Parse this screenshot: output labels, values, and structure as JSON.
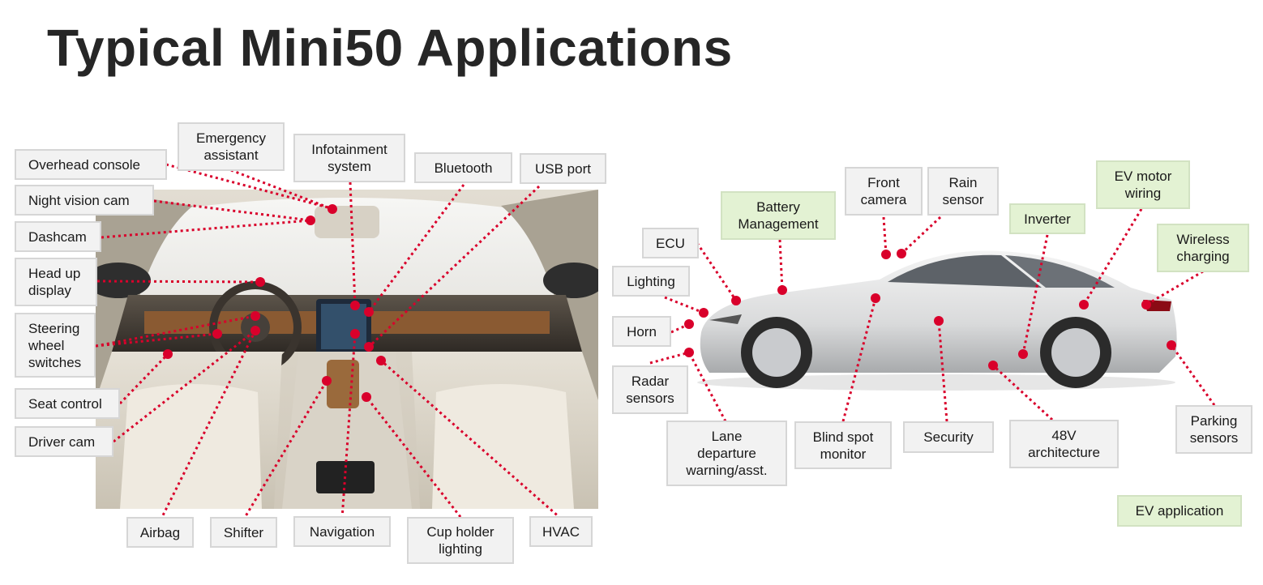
{
  "title": "Typical Mini50 Applications",
  "interior_labels": {
    "emergency_assistant": [
      "Emergency",
      "assistant"
    ],
    "overhead_console": [
      "Overhead console"
    ],
    "infotainment_system": [
      "Infotainment",
      "system"
    ],
    "bluetooth": [
      "Bluetooth"
    ],
    "usb_port": [
      "USB port"
    ],
    "night_vision_cam": [
      "Night vision cam"
    ],
    "dashcam": [
      "Dashcam"
    ],
    "head_up_display": [
      "Head up",
      "display"
    ],
    "steering_wheel_switches": [
      "Steering",
      "wheel",
      "switches"
    ],
    "seat_control": [
      "Seat control"
    ],
    "driver_cam": [
      "Driver cam"
    ],
    "airbag": [
      "Airbag"
    ],
    "shifter": [
      "Shifter"
    ],
    "navigation": [
      "Navigation"
    ],
    "cup_holder_lighting": [
      "Cup holder",
      "lighting"
    ],
    "hvac": [
      "HVAC"
    ]
  },
  "exterior_labels": {
    "ecu": [
      "ECU"
    ],
    "battery_management": [
      "Battery",
      "Management"
    ],
    "front_camera": [
      "Front",
      "camera"
    ],
    "rain_sensor": [
      "Rain",
      "sensor"
    ],
    "inverter": [
      "Inverter"
    ],
    "ev_motor_wiring": [
      "EV motor",
      "wiring"
    ],
    "wireless_charging": [
      "Wireless",
      "charging"
    ],
    "lighting": [
      "Lighting"
    ],
    "horn": [
      "Horn"
    ],
    "radar_sensors": [
      "Radar",
      "sensors"
    ],
    "lane_departure": [
      "Lane",
      "departure",
      "warning/asst."
    ],
    "blind_spot_monitor": [
      "Blind spot",
      "monitor"
    ],
    "security": [
      "Security"
    ],
    "architecture_48v": [
      "48V",
      "architecture"
    ],
    "parking_sensors": [
      "Parking",
      "sensors"
    ]
  },
  "legend": {
    "ev_application": "EV application"
  },
  "colors": {
    "connector": "#d9002b",
    "ev_box": "#e3f2d3",
    "box": "#f2f2f2"
  }
}
